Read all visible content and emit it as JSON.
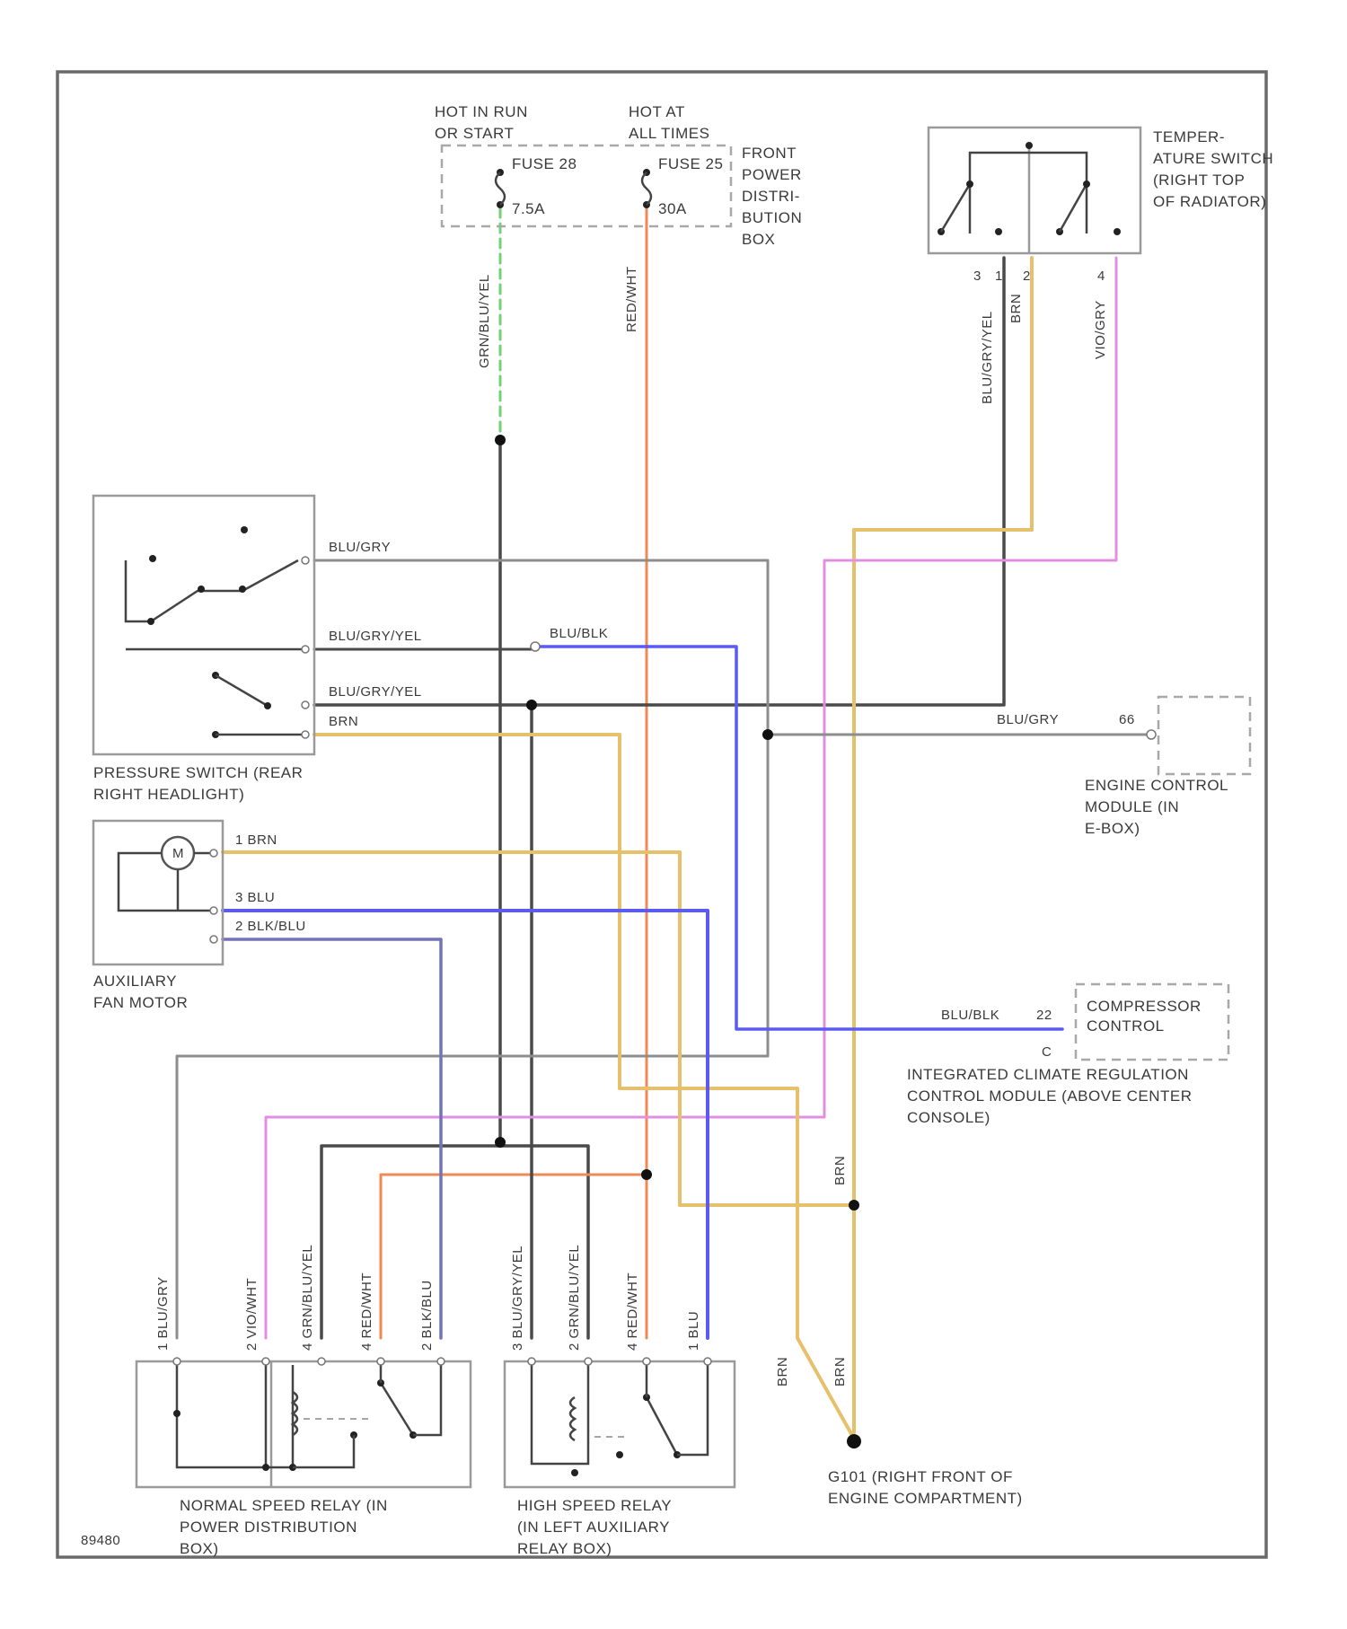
{
  "diagram_id": "89480",
  "colors": {
    "gray": "#8d8d8d",
    "dark": "#4a4a4a",
    "orange": "#ee8a55",
    "yellow": "#e6c06a",
    "green": "#6fd46f",
    "blue": "#5b5bf0",
    "slate": "#7373b8",
    "pink": "#e28fe2"
  },
  "fuse_box": {
    "hot_run": "HOT IN RUN OR START",
    "hot_all": "HOT AT ALL TIMES",
    "fuse1_name": "FUSE 28",
    "fuse1_rating": "7.5A",
    "fuse2_name": "FUSE 25",
    "fuse2_rating": "30A",
    "name": "FRONT POWER DISTRI- BUTION BOX"
  },
  "temp_switch": {
    "name": "TEMPER- ATURE SWITCH (RIGHT TOP OF RADIATOR)"
  },
  "pressure_switch": {
    "name": "PRESSURE SWITCH (REAR RIGHT HEADLIGHT)"
  },
  "fan_motor": {
    "name": "AUXILIARY FAN MOTOR",
    "symbol": "M"
  },
  "ecm": {
    "name": "ENGINE CONTROL MODULE (IN E-BOX)",
    "pin": "66"
  },
  "climate": {
    "inner": "COMPRESSOR CONTROL",
    "name": "INTEGRATED CLIMATE REGULATION CONTROL MODULE (ABOVE CENTER CONSOLE)",
    "pin": "22",
    "connector": "C"
  },
  "relay_normal": {
    "name": "NORMAL SPEED RELAY (IN POWER DISTRIBUTION BOX)"
  },
  "relay_high": {
    "name": "HIGH SPEED RELAY (IN LEFT AUXILIARY RELAY BOX)"
  },
  "ground": {
    "name": "G101 (RIGHT FRONT OF ENGINE COMPARTMENT)"
  },
  "wires": {
    "grn_blu_yel": "GRN/BLU/YEL",
    "red_wht": "RED/WHT",
    "blu_gry_yel": "BLU/GRY/YEL",
    "brn": "BRN",
    "vio_gry": "VIO/GRY",
    "blu_gry": "BLU/GRY",
    "blu_blk": "BLU/BLK",
    "fan1": "1  BRN",
    "fan3": "3  BLU",
    "fan2": "2  BLK/BLU",
    "rn1": "1 BLU/GRY",
    "rn2": "2 VIO/WHT",
    "rn3": "4 GRN/BLU/YEL",
    "rn4": "4 RED/WHT",
    "rn5": "2 BLK/BLU",
    "rh1": "3 BLU/GRY/YEL",
    "rh2": "2 GRN/BLU/YEL",
    "rh3": "4 RED/WHT",
    "rh4": "1 BLU"
  },
  "pins": {
    "t3": "3",
    "t1": "1",
    "t2": "2",
    "t4": "4"
  }
}
